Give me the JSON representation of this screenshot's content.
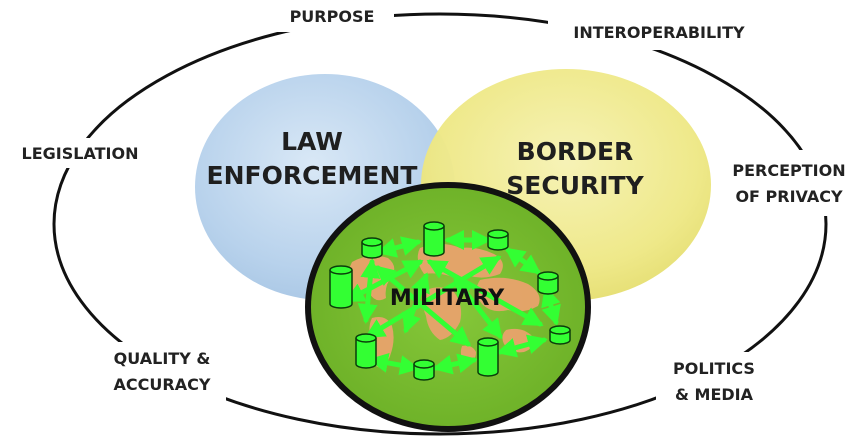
{
  "outer_labels": {
    "purpose": "PURPOSE",
    "interoperability": "INTEROPERABILITY",
    "legislation": "LEGISLATION",
    "perception_line1": "PERCEPTION",
    "perception_line2": "OF PRIVACY",
    "quality_line1": "QUALITY &",
    "quality_line2": "ACCURACY",
    "politics_line1": "POLITICS",
    "politics_line2": "& MEDIA"
  },
  "circles": {
    "law_line1": "LAW",
    "law_line2": "ENFORCEMENT",
    "border_line1": "BORDER",
    "border_line2": "SECURITY",
    "military": "MILITARY"
  },
  "colors": {
    "law": "#b9d3ec",
    "border": "#efe98c",
    "military_fill": "#77bb2e",
    "military_rim": "#111111",
    "network": "#33ff33",
    "map": "#e8a06a"
  },
  "icons": [
    "database-icon",
    "world-map-icon",
    "arrow-icon"
  ]
}
